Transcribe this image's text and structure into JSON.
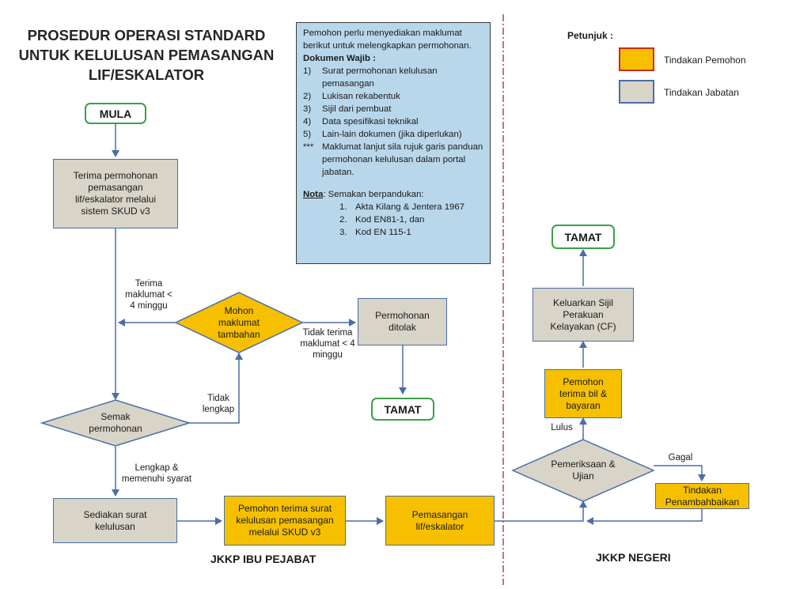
{
  "title": [
    "PROSEDUR OPERASI STANDARD",
    "UNTUK KELULUSAN PEMASANGAN",
    "LIF/ESKALATOR"
  ],
  "note": {
    "intro": "Pemohon perlu menyediakan maklumat berikut untuk melengkapkan permohonan.",
    "doc_heading": "Dokumen Wajib :",
    "docs": [
      {
        "n": "1)",
        "t": "Surat permohonan kelulusan pemasangan"
      },
      {
        "n": "2)",
        "t": "Lukisan rekabentuk"
      },
      {
        "n": "3)",
        "t": "Sijil dari pembuat"
      },
      {
        "n": "4)",
        "t": "Data spesifikasi teknikal"
      },
      {
        "n": "5)",
        "t": "Lain-lain dokumen (jika diperlukan)"
      },
      {
        "n": "***",
        "t": "Maklumat lanjut sila rujuk garis panduan permohonan kelulusan dalam portal jabatan."
      }
    ],
    "nota_label": "Nota",
    "nota_text": ": Semakan berpandukan:",
    "refs": [
      {
        "n": "1.",
        "t": "Akta Kilang & Jentera 1967"
      },
      {
        "n": "2.",
        "t": "Kod EN81-1, dan"
      },
      {
        "n": "3.",
        "t": "Kod EN 115-1"
      }
    ]
  },
  "legend": {
    "title": "Petunjuk :",
    "items": [
      {
        "label": "Tindakan Pemohon",
        "color": "#f6c000",
        "border": "#cc2a1a"
      },
      {
        "label": "Tindakan Jabatan",
        "color": "#d8d4c8",
        "border": "#4a6fa5"
      }
    ]
  },
  "nodes": {
    "mula": "MULA",
    "terima": "Terima permohonan pemasangan lif/eskalator melalui sistem SKUD v3",
    "mohon": "Mohon maklumat tambahan",
    "ditolak": "Permohonan ditolak",
    "tamat1": "TAMAT",
    "semak": "Semak permohonan",
    "sediakan": "Sediakan surat kelulusan",
    "pemohon_terima_surat": "Pemohon terima surat kelulusan pemasangan melalui SKUD v3",
    "pemasangan": "Pemasangan lif/eskalator",
    "tamat2": "TAMAT",
    "keluarkan": "Keluarkan Sijil Perakuan Kelayakan (CF)",
    "pemohon_bil": "Pemohon terima bil & bayaran",
    "pemeriksaan": "Pemeriksaan & Ujian",
    "tindakan": "Tindakan Penambahbaikan"
  },
  "labels": {
    "terima_maklumat": "Terima maklumat < 4 minggu",
    "tidak_terima": "Tidak terima maklumat < 4 minggu",
    "tidak_lengkap": "Tidak lengkap",
    "lengkap": "Lengkap & memenuhi syarat",
    "lulus": "Lulus",
    "gagal": "Gagal"
  },
  "sections": {
    "hq": "JKKP IBU PEJABAT",
    "state": "JKKP NEGERI"
  }
}
